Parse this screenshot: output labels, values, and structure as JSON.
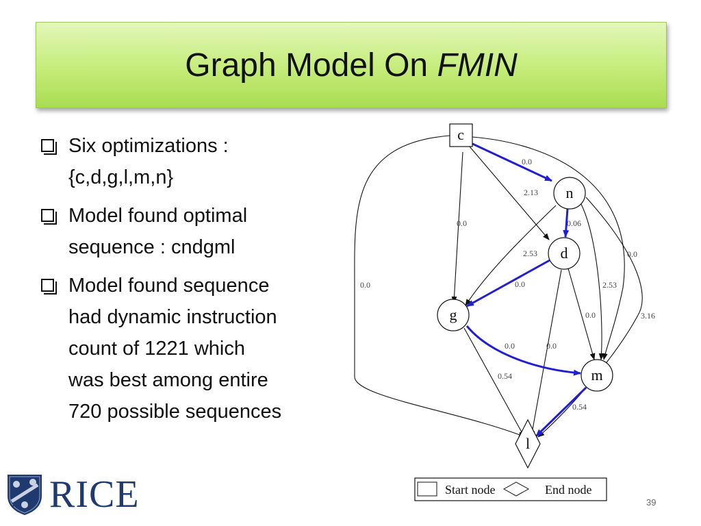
{
  "slide": {
    "title_main": "Graph Model On ",
    "title_italic": "FMIN",
    "page_number": "39",
    "logo_text": "RICE"
  },
  "bullets": [
    {
      "lines": [
        "Six optimizations :",
        "{c,d,g,l,m,n}"
      ]
    },
    {
      "lines": [
        "Model found optimal",
        "sequence : cndgml"
      ]
    },
    {
      "lines": [
        "Model found sequence",
        "had dynamic instruction",
        "count of 1221 which",
        "was best among entire",
        "720 possible sequences"
      ]
    }
  ],
  "graph": {
    "nodes": [
      "c",
      "n",
      "d",
      "g",
      "m",
      "l"
    ],
    "edge_labels": {
      "c_n": "0.0",
      "c_d": "2.13",
      "c_g": "0.0",
      "c_l": "0.0",
      "c_m": "0.0",
      "n_d": "0.06",
      "n_g": "2.53",
      "n_l": "3.16",
      "n_m": "2.53",
      "d_g": "0.0",
      "d_m": "0.0",
      "d_l": "0.0",
      "g_m": "0.0",
      "g_l": "0.54",
      "m_l": "0.54"
    },
    "highlight_color": "#2020d0"
  },
  "legend": {
    "start_label": "Start node",
    "end_label": "End node"
  }
}
